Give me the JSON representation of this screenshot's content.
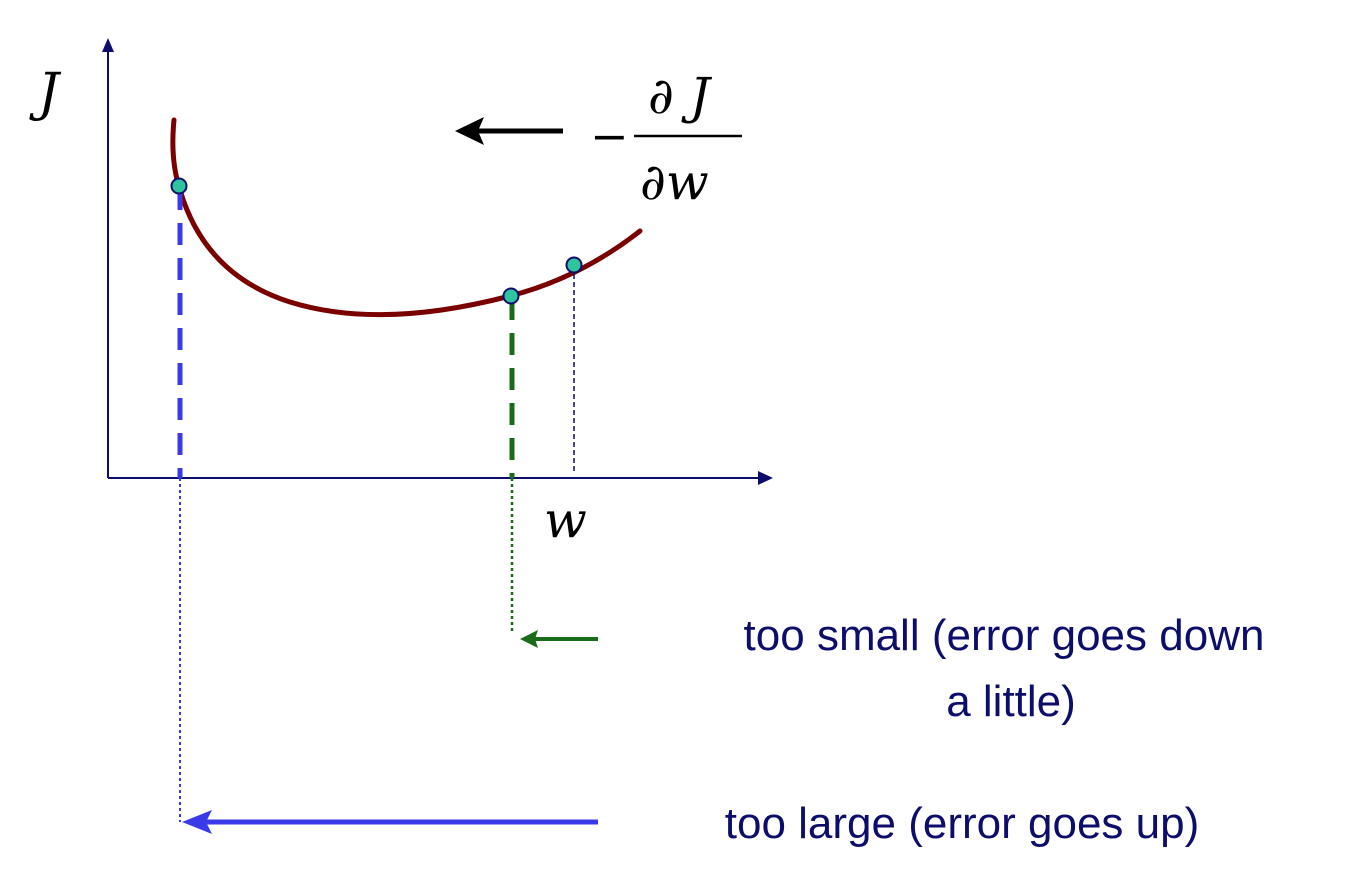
{
  "labels": {
    "y_axis": "J",
    "x_axis": "w",
    "gradient_minus": "−",
    "gradient_numerator": "∂ J",
    "gradient_denominator": "∂w"
  },
  "annotations": {
    "small_step_line1": "too small (error goes down",
    "small_step_line2": "a little)",
    "large_step": "too large (error goes up)"
  },
  "colors": {
    "axis": "#0d0d6b",
    "curve": "#7a0000",
    "point_fill": "#2ec4a0",
    "small_step": "#1a6b1a",
    "large_step": "#3a3ae8",
    "gradient_arrow": "#000000",
    "text": "#0d0d6b"
  },
  "icons": {
    "gradient_arrow": "left-arrow",
    "small_step_arrow": "left-arrow",
    "large_step_arrow": "left-arrow"
  }
}
